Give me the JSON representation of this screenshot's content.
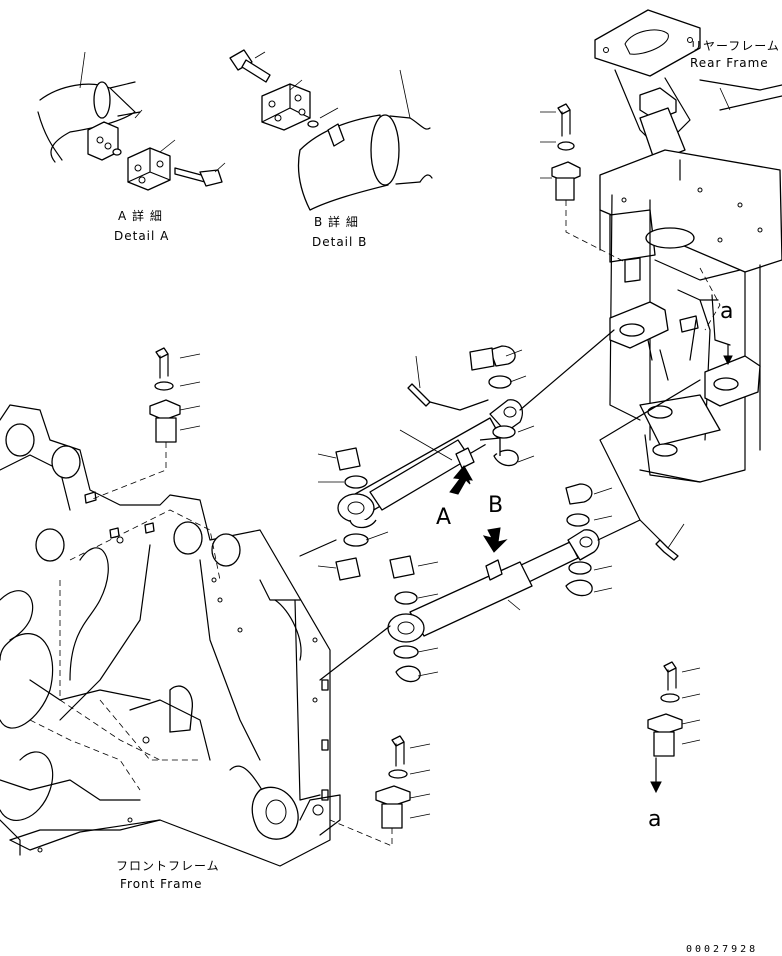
{
  "labels": {
    "detail_a_jp": "A 詳 細",
    "detail_a_en": "Detail A",
    "detail_b_jp": "B 詳 細",
    "detail_b_en": "Detail B",
    "rear_frame_jp": "リヤーフレーム",
    "rear_frame_en": "Rear Frame",
    "front_frame_jp": "フロントフレーム",
    "front_frame_en": "Front Frame",
    "view_a": "A",
    "view_b": "B",
    "ref_a_top": "a",
    "ref_a_bottom": "a",
    "drawing_number": "00027928"
  }
}
